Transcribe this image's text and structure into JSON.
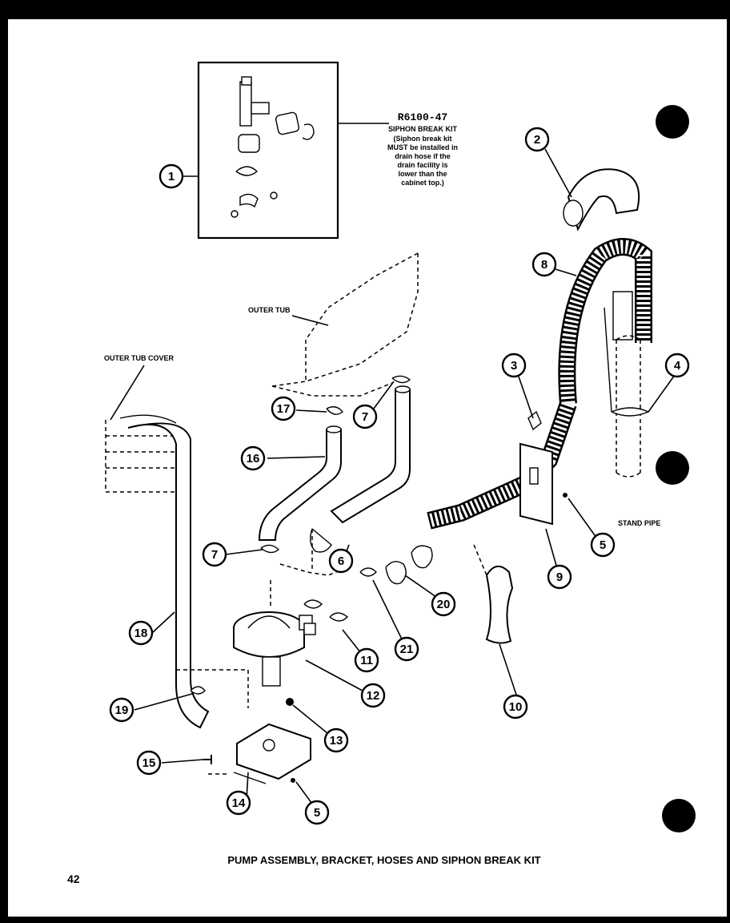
{
  "title": "PUMP ASSEMBLY, BRACKET, HOSES AND SIPHON BREAK KIT",
  "page_number": "42",
  "kit": {
    "part_number": "R6100-47",
    "name": "SIPHON BREAK KIT",
    "note_lines": [
      "(Siphon break kit",
      "MUST be installed in",
      "drain hose if the",
      "drain facility is",
      "lower than the",
      "cabinet top.)"
    ]
  },
  "labels": {
    "outer_tub": "OUTER TUB",
    "outer_tub_cover": "OUTER TUB COVER",
    "stand_pipe": "STAND PIPE"
  },
  "callouts": [
    "1",
    "2",
    "3",
    "4",
    "5",
    "5",
    "6",
    "7",
    "7",
    "8",
    "9",
    "10",
    "11",
    "12",
    "13",
    "14",
    "15",
    "16",
    "17",
    "18",
    "19",
    "20",
    "21"
  ]
}
